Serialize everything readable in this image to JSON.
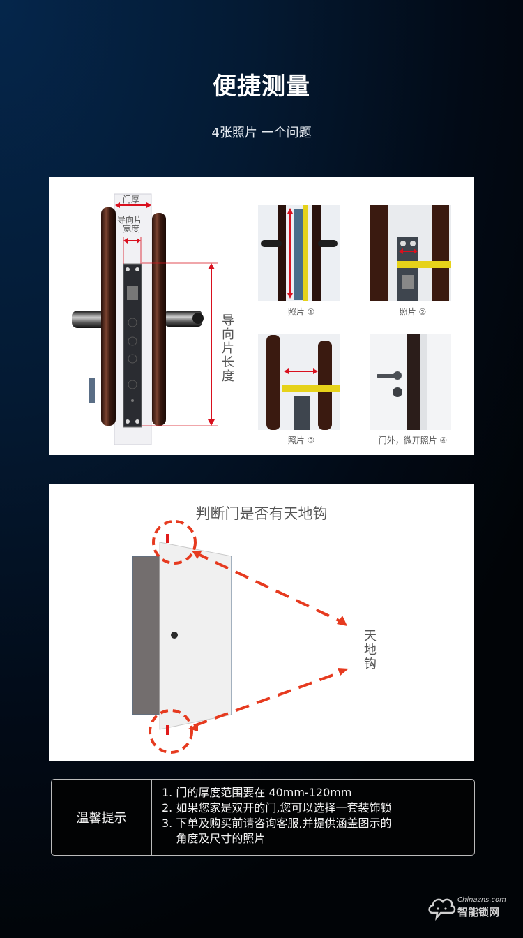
{
  "header": {
    "title": "便捷测量",
    "subtitle": "4张照片  一个问题"
  },
  "measure_panel": {
    "main_diagram": {
      "label_door_thickness": "门厚",
      "label_guide_width_line1": "导向片",
      "label_guide_width_line2": "宽度",
      "label_guide_length_chars": [
        "导",
        "向",
        "片",
        "长",
        "度"
      ]
    },
    "photos": [
      {
        "caption": "照片 ①",
        "icon": "photo-faceplate-length"
      },
      {
        "caption": "照片 ②",
        "icon": "photo-faceplate-width"
      },
      {
        "caption": "照片 ③",
        "icon": "photo-door-thickness"
      },
      {
        "caption": "门外，微开照片 ④",
        "icon": "photo-door-outside-ajar"
      }
    ]
  },
  "hook_panel": {
    "title": "判断门是否有天地钩",
    "side_label_chars": [
      "天",
      "地",
      "钩"
    ],
    "accent_color": "#e63a1f"
  },
  "notice": {
    "label": "温馨提示",
    "items": [
      "1.  门的厚度范围要在 40mm-120mm",
      "2. 如果您家是双开的门,您可以选择一套装饰锁",
      "3. 下单及购买前请咨询客服,并提供涵盖图示的",
      "    角度及尺寸的照片"
    ]
  },
  "watermark": {
    "domain": "Chinazns.com",
    "brand": "智能锁网"
  },
  "colors": {
    "bg_top": "#05264b",
    "bg_bottom": "#010407",
    "measure_red": "#d9101e",
    "hook_red": "#e63a1f"
  }
}
